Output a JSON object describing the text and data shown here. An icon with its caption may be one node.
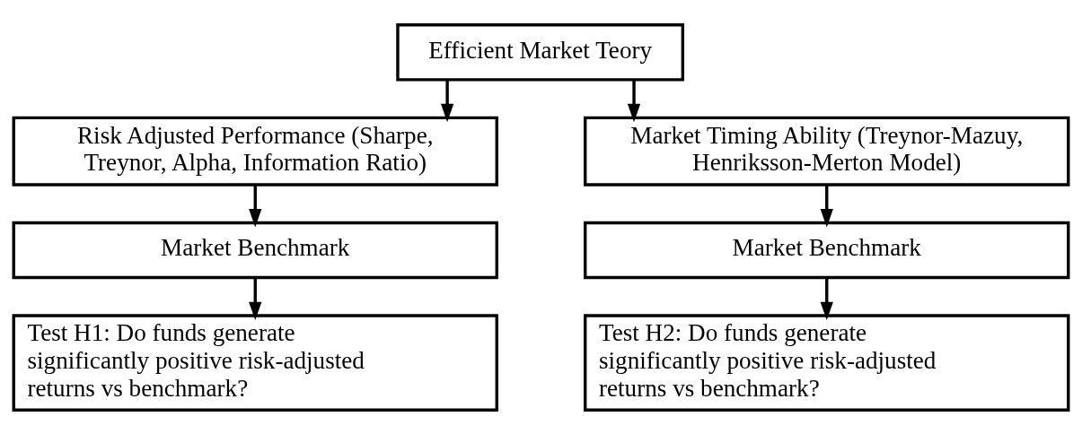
{
  "diagram": {
    "nodes": [
      {
        "text": [
          "Efficient Market Teory"
        ]
      },
      {
        "text": [
          "Risk Adjusted Performance (Sharpe, Treynor, Alpha, Information Ratio)"
        ]
      },
      {
        "text": [
          "Market Timing Ability (Treynor-Mazuy, Henriksson-Merton Model)"
        ]
      },
      {
        "text": [
          "Market Benchmark"
        ]
      },
      {
        "text": [
          "Market Benchmark"
        ]
      },
      {
        "text": [
          "Test H1: Do funds generate significantly positive risk-adjusted returns vs benchmark?"
        ]
      },
      {
        "text": [
          "Test H2: Do funds generate significantly positive risk-adjusted returns vs benchmark?"
        ]
      }
    ],
    "edges": [
      {
        "from": 0,
        "to": 1,
        "arrow": "to"
      },
      {
        "from": 0,
        "to": 2,
        "arrow": "to"
      },
      {
        "from": 1,
        "to": 3,
        "arrow": "to"
      },
      {
        "from": 2,
        "to": 4,
        "arrow": "to"
      },
      {
        "from": 3,
        "to": 5,
        "arrow": "to"
      },
      {
        "from": 4,
        "to": 6,
        "arrow": "to"
      }
    ]
  }
}
